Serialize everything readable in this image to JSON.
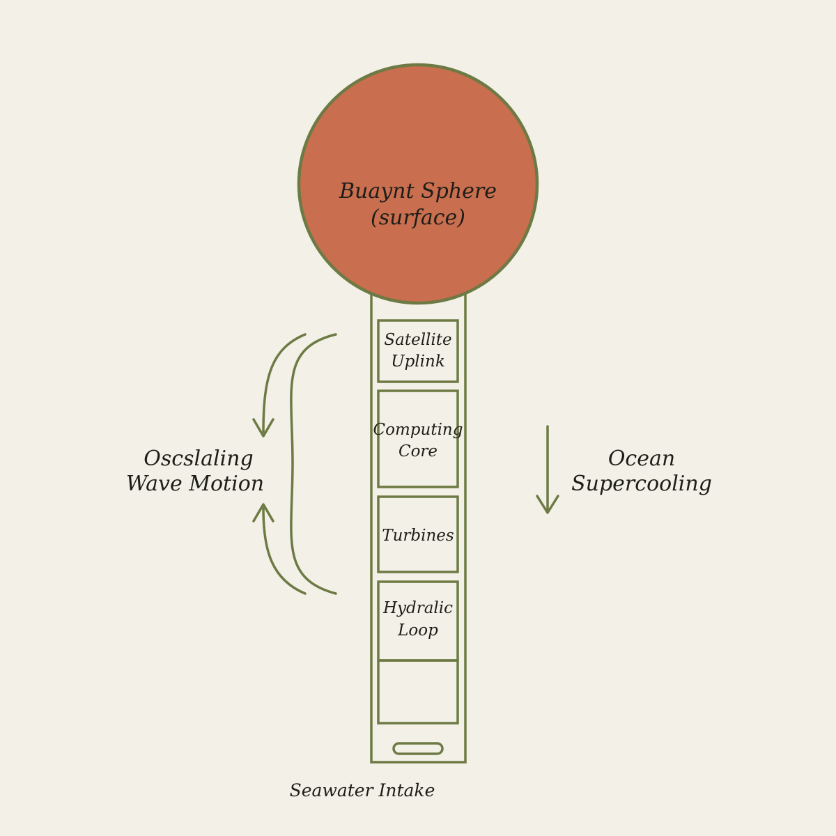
{
  "colors": {
    "background": "#f2f0e7",
    "stroke": "#6d7a44",
    "sphere_fill": "#c96e4f",
    "text": "#1e1e18"
  },
  "sphere": {
    "line1": "Buaynt Sphere",
    "line2": "(surface)"
  },
  "modules": [
    {
      "line1": "Satellite",
      "line2": "Uplink"
    },
    {
      "line1": "Computing",
      "line2": "Core"
    },
    {
      "line1": "Turbines",
      "line2": ""
    },
    {
      "line1": "Hydralic",
      "line2": "Loop"
    },
    {
      "line1": "",
      "line2": ""
    }
  ],
  "left_label": {
    "line1": "Oscslaling",
    "line2": "Wave Motion"
  },
  "right_label": {
    "line1": "Ocean",
    "line2": "Supercooling"
  },
  "bottom_label": "Seawater Intake"
}
